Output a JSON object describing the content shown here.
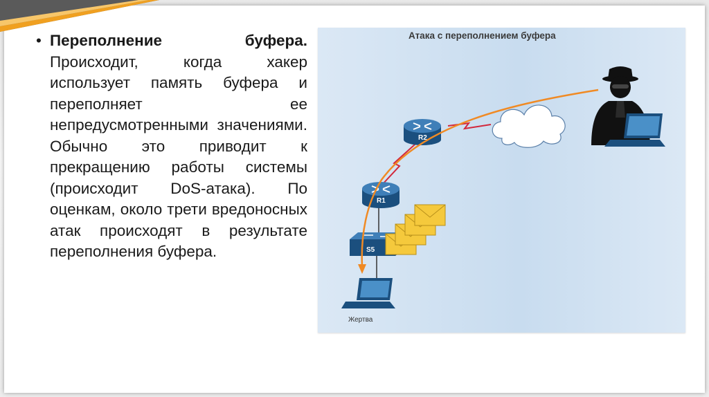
{
  "text": {
    "bullet": "•",
    "heading": "Переполнение буфера.",
    "body": "Происходит, когда хакер использует память буфера и переполняет ее непредусмотренными значениями. Обычно это приводит к прекращению работы системы (происходит DoS-атака). По оценкам, около трети вредоносных атак происходят в результате переполнения буфера."
  },
  "figure": {
    "title": "Атака с переполнением буфера",
    "router_r2": "R2",
    "router_r1": "R1",
    "switch_s5": "S5",
    "victim_label": "Жертва",
    "colors": {
      "arrow": "#f08a24",
      "link": "#d2283c",
      "device": "#1e5a8c",
      "envelope": "#f5c93c"
    }
  },
  "decor": {
    "accent_orange": "#f0a020",
    "accent_dark": "#5a5a5a"
  }
}
